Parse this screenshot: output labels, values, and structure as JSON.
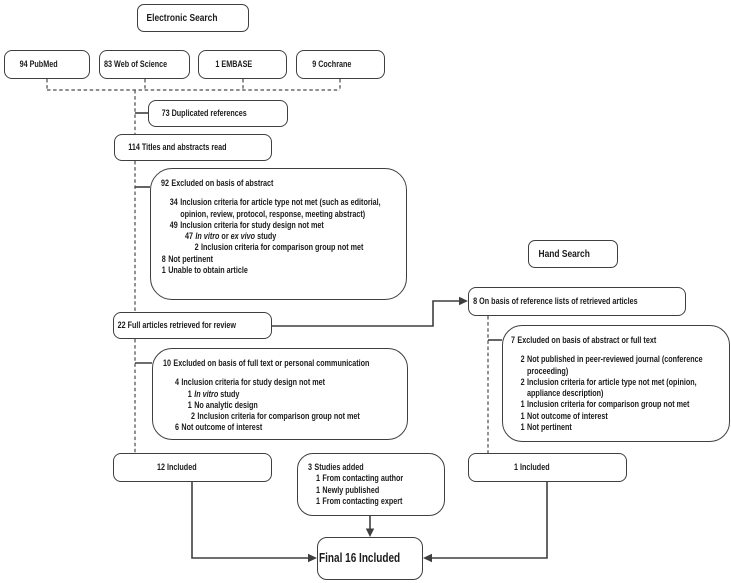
{
  "diagram": {
    "electronic_search": "Electronic Search",
    "hand_search": "Hand Search",
    "sources": [
      {
        "label": "94 PubMed"
      },
      {
        "label": "83 Web of Science"
      },
      {
        "label": "1 EMBASE"
      },
      {
        "label": "9 Cochrane"
      }
    ],
    "duplicated": "73 Duplicated references",
    "titles_read": "114 Titles and abstracts read",
    "full_articles": "22 Full articles retrieved for review",
    "ref_lists": "8 On basis of reference lists of retrieved articles",
    "included_left": "12 Included",
    "included_right": "1 Included",
    "final_included": "Final 16 Included",
    "excluded_abstract": {
      "num": "92",
      "text": "Excluded on basis of abstract",
      "items": [
        {
          "indent": 11,
          "num": "34",
          "text": "Inclusion criteria for article type not met (such as editorial, opinion, review, protocol, response, meeting abstract)"
        },
        {
          "indent": 11,
          "num": "49",
          "text": "Inclusion criteria for study design not met"
        },
        {
          "indent": 30,
          "num": "47",
          "segments": [
            {
              "t": "In vitro",
              "i": true
            },
            {
              "t": " or ",
              "i": false
            },
            {
              "t": "ex vivo",
              "i": true
            },
            {
              "t": " study",
              "i": false
            }
          ]
        },
        {
          "indent": 42,
          "num": "2",
          "text": "Inclusion criteria for comparison group not met"
        },
        {
          "indent": 1,
          "num": "8",
          "text": "Not pertinent"
        },
        {
          "indent": 1,
          "num": "1",
          "text": "Unable to obtain article"
        }
      ]
    },
    "excluded_fulltext": {
      "num": "10",
      "text": "Excluded on basis of full text or personal communication",
      "items": [
        {
          "indent": 15,
          "num": "4",
          "text": "Inclusion criteria for study design not met"
        },
        {
          "indent": 31,
          "num": "1",
          "segments": [
            {
              "t": "In vitro",
              "i": true
            },
            {
              "t": " study",
              "i": false
            }
          ]
        },
        {
          "indent": 31,
          "num": "1",
          "text": "No analytic design"
        },
        {
          "indent": 35,
          "num": "2",
          "text": "Inclusion criteria for comparison group not met"
        },
        {
          "indent": 15,
          "num": "6",
          "text": "Not outcome of interest"
        }
      ]
    },
    "excluded_right": {
      "num": "7",
      "text": "Excluded on basis of abstract or full text",
      "items": [
        {
          "indent": 12,
          "num": "2",
          "text": "Not published in peer-reviewed journal (conference proceeding)"
        },
        {
          "indent": 12,
          "num": "2",
          "text": "Inclusion criteria for article type not met (opinion, appliance description)"
        },
        {
          "indent": 12,
          "num": "1",
          "text": "Inclusion criteria for comparison group not met"
        },
        {
          "indent": 12,
          "num": "1",
          "text": "Not outcome of interest"
        },
        {
          "indent": 12,
          "num": "1",
          "text": "Not pertinent"
        }
      ]
    },
    "studies_added": {
      "num": "3",
      "text": "Studies added",
      "items": [
        {
          "indent": 10,
          "num": "1",
          "text": "From contacting author"
        },
        {
          "indent": 10,
          "num": "1",
          "text": "Newly published"
        },
        {
          "indent": 10,
          "num": "1",
          "text": "From contacting expert"
        }
      ]
    }
  }
}
